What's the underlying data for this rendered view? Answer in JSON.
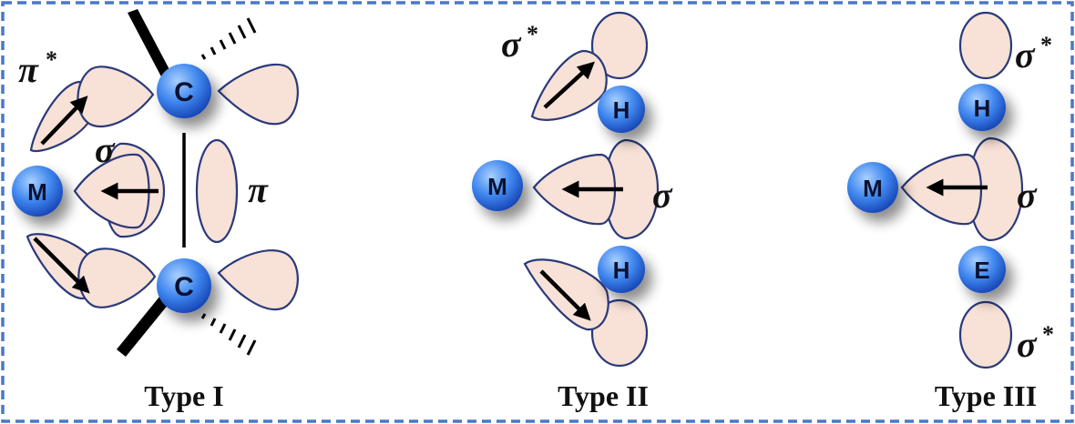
{
  "colors": {
    "frame": "#4a78c8",
    "lobe_fill": "#f8e1d6",
    "lobe_stroke": "#2a3a7a",
    "atom_light": "#9cc8ff",
    "atom_mid": "#3f86ee",
    "atom_dark": "#1847b8"
  },
  "icons": {
    "atom": "blue-sphere",
    "lobe": "orbital-lobe",
    "arrow": "electron-donation-arrow"
  },
  "type1": {
    "label": "Type I",
    "metal": "M",
    "carbon_top": "C",
    "carbon_bottom": "C",
    "pi_star": "π",
    "pi_star_sup": "*",
    "sigma": "σ",
    "pi": "π"
  },
  "type2": {
    "label": "Type II",
    "metal": "M",
    "hydrogen_top": "H",
    "hydrogen_bottom": "H",
    "sigma_star": "σ",
    "sigma_star_sup": "*",
    "sigma": "σ"
  },
  "type3": {
    "label": "Type III",
    "metal": "M",
    "hydrogen": "H",
    "element": "E",
    "sigma_star_top": "σ",
    "sigma_star_top_sup": "*",
    "sigma": "σ",
    "sigma_star_bottom": "σ",
    "sigma_star_bottom_sup": "*"
  }
}
